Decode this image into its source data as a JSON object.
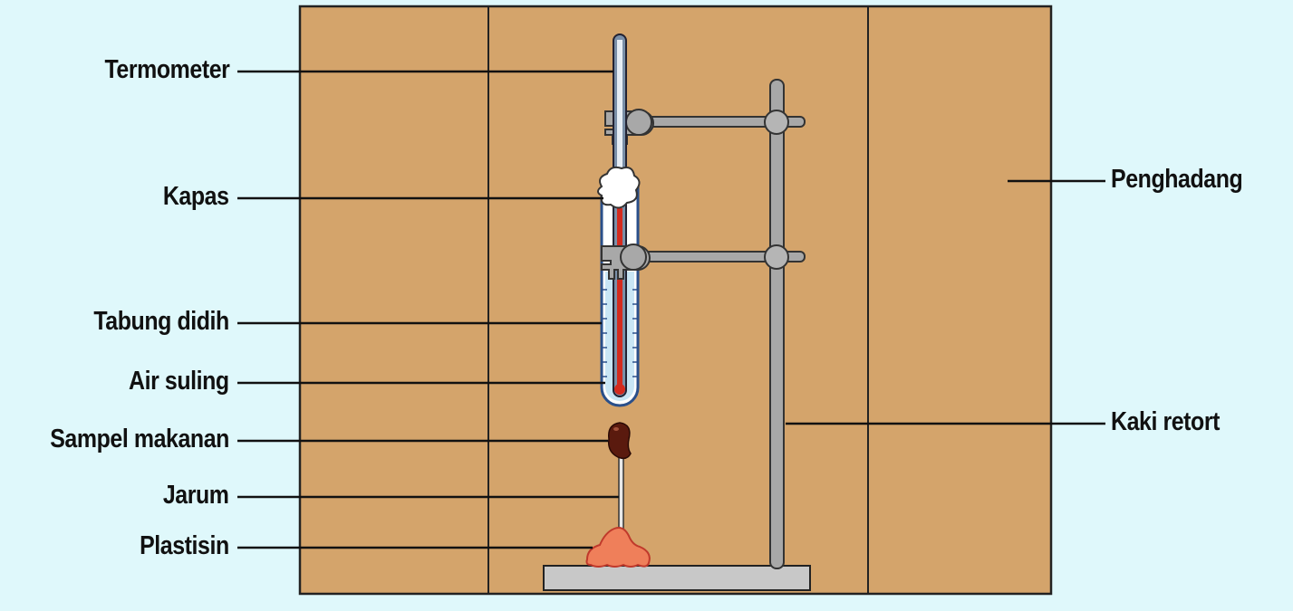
{
  "labels": {
    "termometer": "Termometer",
    "kapas": "Kapas",
    "tabung_didih": "Tabung didih",
    "air_suling": "Air suling",
    "sampel_makanan": "Sampel makanan",
    "jarum": "Jarum",
    "plastisin": "Plastisin",
    "penghadang": "Penghadang",
    "kaki_retort": "Kaki retort"
  },
  "colors": {
    "background": "#dff8fb",
    "screen": "#d4a46b",
    "stand_metal": "#a8a8a8",
    "water": "#c9e6f5",
    "thermometer_liquid": "#d42a1e",
    "food_sample": "#5a1a0e",
    "plasticine": "#ef7f5a"
  }
}
